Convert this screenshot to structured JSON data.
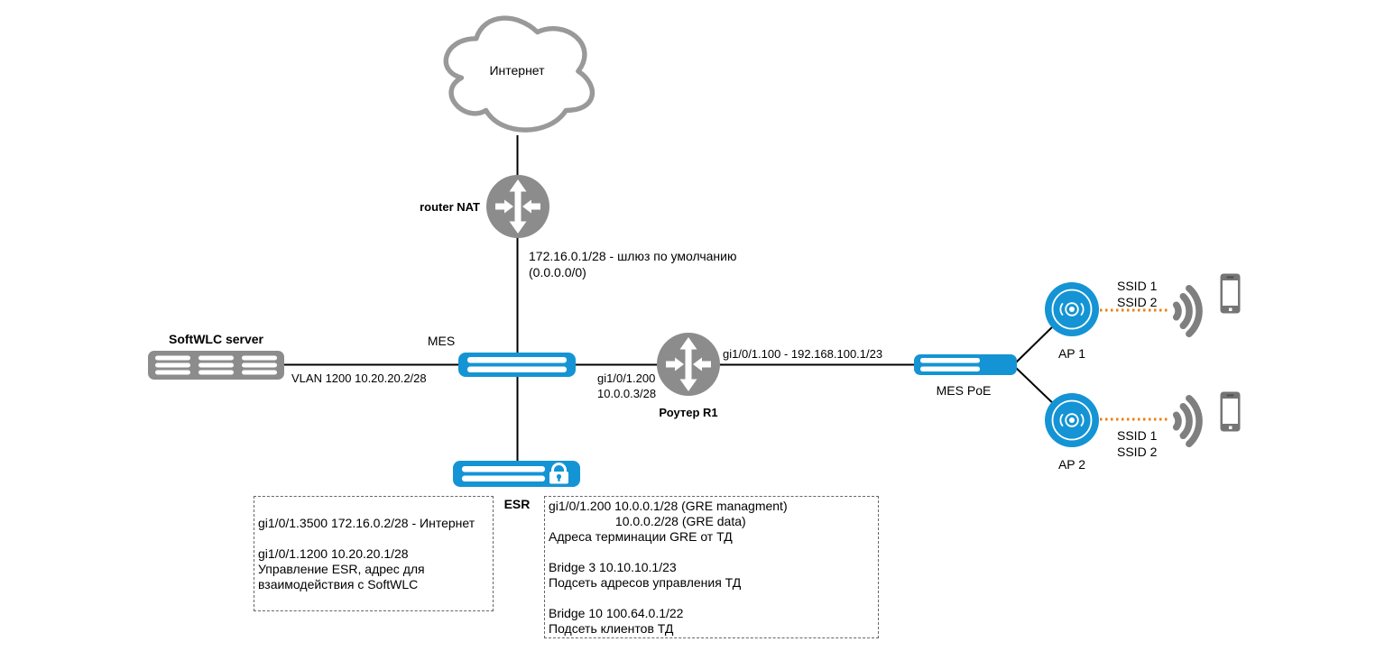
{
  "colors": {
    "device_blue": "#1494D4",
    "device_gray": "#8C8C8C",
    "wireless_orange": "#E8820E",
    "connector_black": "#000000",
    "note_border_gray": "#666666"
  },
  "nodes": {
    "internet": "Интернет",
    "router_nat": "router NAT",
    "softwlc_server": "SoftWLC server",
    "mes": "MES",
    "router_r1": "Роутер R1",
    "mes_poe": "MES PoE",
    "ap1": "AP 1",
    "ap2": "AP 2",
    "esr": "ESR"
  },
  "links": {
    "default_gateway": [
      "172.16.0.1/28 - шлюз по умолчанию",
      "(0.0.0.0/0)"
    ],
    "softwlc_mes": "VLAN 1200 10.20.20.2/28",
    "mes_r1": [
      "gi1/0/1.200",
      "10.0.0.3/28"
    ],
    "r1_mes_poe": "gi1/0/1.100 - 192.168.100.1/23",
    "ap1_ssids": [
      "SSID 1",
      "SSID 2"
    ],
    "ap2_ssids": [
      "SSID 1",
      "SSID 2"
    ]
  },
  "notes": {
    "esr": [
      "gi1/0/1.3500 172.16.0.2/28 - Интернет",
      "",
      "gi1/0/1.1200 10.20.20.1/28",
      "Управление ESR, адрес для",
      "взаимодействия с SoftWLC"
    ],
    "router_r1": [
      "gi1/0/1.200 10.0.0.1/28 (GRE managment)",
      "                   10.0.0.2/28 (GRE data)",
      "Адреса терминации GRE от ТД",
      "",
      "Bridge 3 10.10.10.1/23",
      "Подсеть адресов управления ТД",
      "",
      "Bridge 10 100.64.0.1/22",
      "Подсеть клиентов ТД"
    ]
  }
}
